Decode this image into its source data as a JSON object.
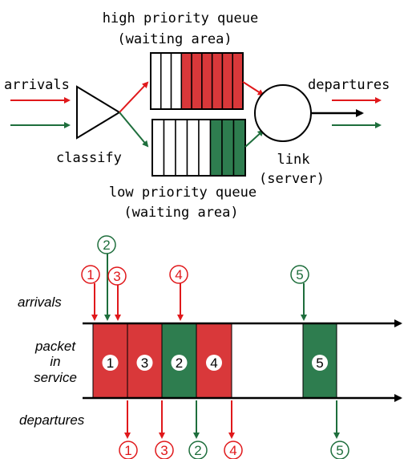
{
  "colors": {
    "red": "#e0181b",
    "red_fill": "#d9383a",
    "green": "#1e6e3c",
    "green_fill": "#2e7d4f",
    "black": "#000000",
    "white": "#ffffff"
  },
  "top": {
    "high_queue": {
      "line1": "high priority queue",
      "line2": "(waiting area)",
      "total_slots": 9,
      "filled_slots": 6
    },
    "low_queue": {
      "line1": "low priority queue",
      "line2": "(waiting area)",
      "total_slots": 8,
      "filled_slots": 3
    },
    "arrivals": "arrivals",
    "classify": "classify",
    "departures": "departures",
    "link": {
      "line1": "link",
      "line2": "(server)"
    }
  },
  "timeline": {
    "arrivals_label": "arrivals",
    "service_label": {
      "line1": "packet",
      "line2": "in",
      "line3": "service"
    },
    "departures_label": "departures",
    "arrival_markers": [
      {
        "label": "1",
        "priority": "high"
      },
      {
        "label": "2",
        "priority": "low"
      },
      {
        "label": "3",
        "priority": "high"
      },
      {
        "label": "4",
        "priority": "high"
      },
      {
        "label": "5",
        "priority": "low"
      }
    ],
    "service_blocks": [
      {
        "label": "1",
        "priority": "high"
      },
      {
        "label": "3",
        "priority": "high"
      },
      {
        "label": "2",
        "priority": "low"
      },
      {
        "label": "4",
        "priority": "high"
      },
      {
        "label": "5",
        "priority": "low"
      }
    ],
    "departure_markers": [
      {
        "label": "1",
        "priority": "high"
      },
      {
        "label": "3",
        "priority": "high"
      },
      {
        "label": "2",
        "priority": "low"
      },
      {
        "label": "4",
        "priority": "high"
      },
      {
        "label": "5",
        "priority": "low"
      }
    ]
  }
}
